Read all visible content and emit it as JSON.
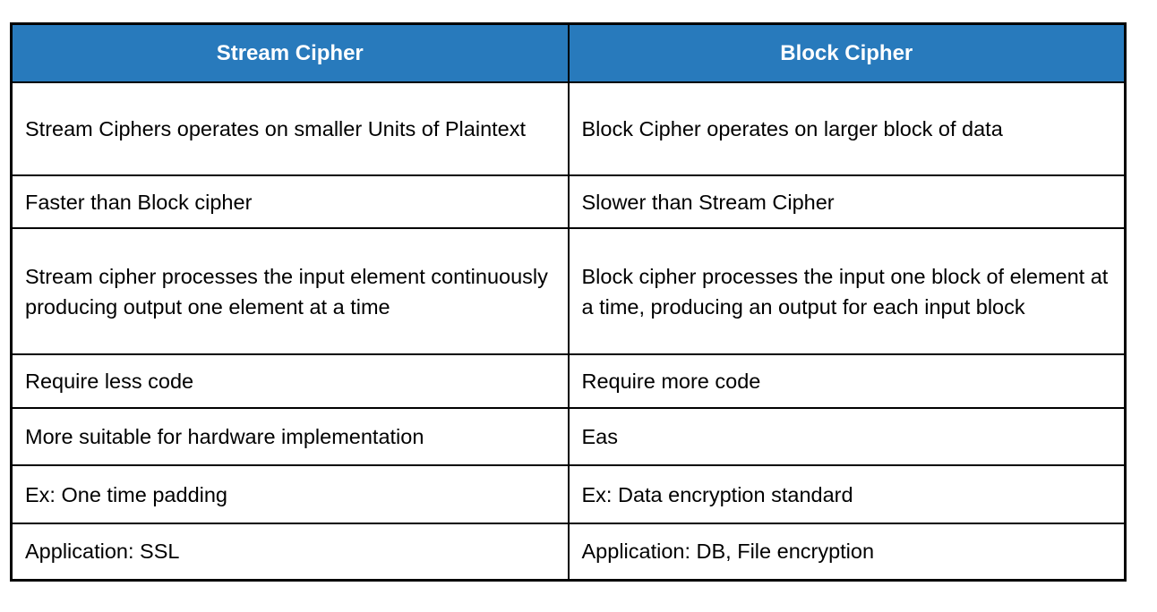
{
  "table": {
    "headers": {
      "left": "Stream Cipher",
      "right": "Block Cipher"
    },
    "rows": [
      {
        "left": "Stream Ciphers operates on smaller Units of Plaintext",
        "right": "Block Cipher operates on larger block of data"
      },
      {
        "left": "Faster than Block cipher",
        "right": "Slower than Stream Cipher"
      },
      {
        "left": "Stream cipher processes the input element continuously producing output one element at a time",
        "right": "Block cipher processes the input one block of element at a time, producing an output for each input block"
      },
      {
        "left": "Require less code",
        "right": "Require more code"
      },
      {
        "left": "More suitable for hardware implementation",
        "right": "Eas"
      },
      {
        "left": "Ex: One time padding",
        "right": "Ex: Data encryption standard"
      },
      {
        "left": "Application: SSL",
        "right": "Application: DB, File encryption"
      }
    ],
    "colors": {
      "header_bg": "#287ABC",
      "header_text": "#FFFFFF",
      "border": "#000000",
      "body_text": "#000000",
      "background": "#FFFFFF"
    }
  }
}
